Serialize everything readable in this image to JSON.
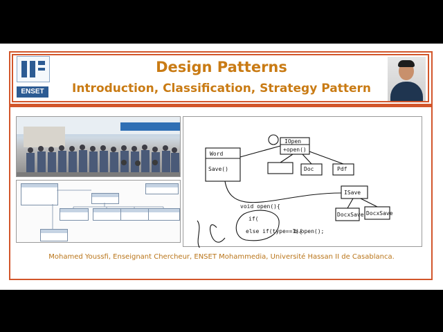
{
  "slide": {
    "title": "Design Patterns",
    "subtitle": "Introduction, Classification, Strategy Pattern",
    "logo_label": "ENSET",
    "footer": "Mohamed Youssfi, Enseignant Chercheur, ENSET Mohammedia, Université Hassan II de Casablanca."
  },
  "sketch": {
    "texts": [
      "Word",
      "IOpen",
      "Save()",
      "+open()",
      "Doc",
      "Pdf",
      "ISave",
      "DocxSave",
      "DocxSave",
      "void open(){",
      "if(",
      "else if(type==1){",
      "b.open();"
    ]
  },
  "colors": {
    "accent": "#d2552a",
    "title": "#c97b14",
    "footer": "#b97418"
  }
}
